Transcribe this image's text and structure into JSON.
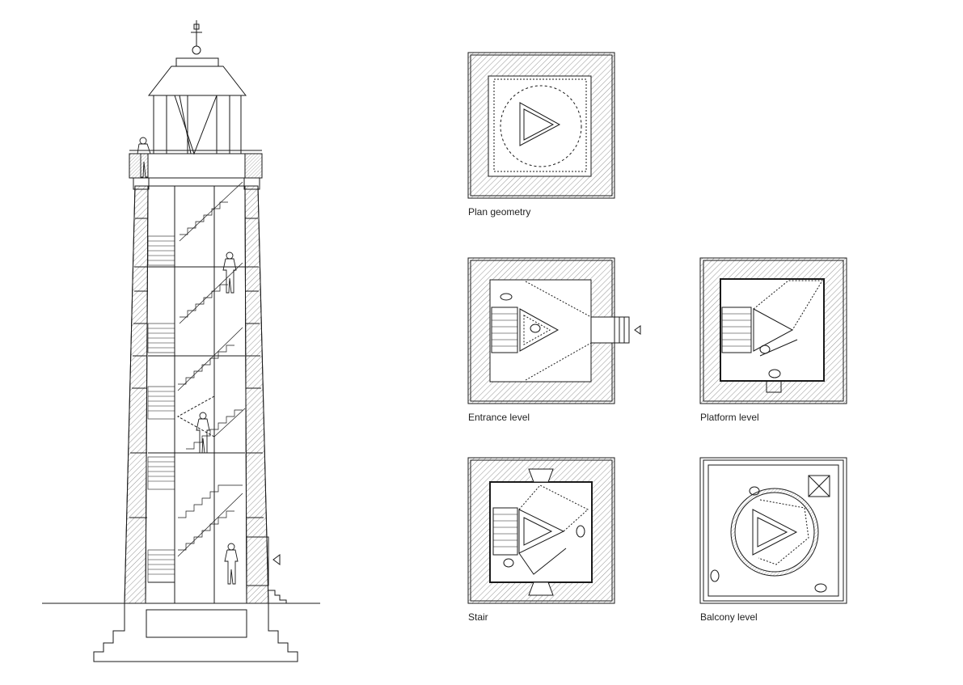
{
  "drawing": {
    "section_view": "lighthouse-section",
    "plans": [
      {
        "id": "plan-geometry",
        "caption": "Plan geometry"
      },
      {
        "id": "entrance-level",
        "caption": "Entrance level"
      },
      {
        "id": "platform-level",
        "caption": "Platform level"
      },
      {
        "id": "stair",
        "caption": "Stair"
      },
      {
        "id": "balcony-level",
        "caption": "Balcony level"
      }
    ],
    "line_color": "#1a1a1a",
    "hatch_color": "#555555"
  }
}
